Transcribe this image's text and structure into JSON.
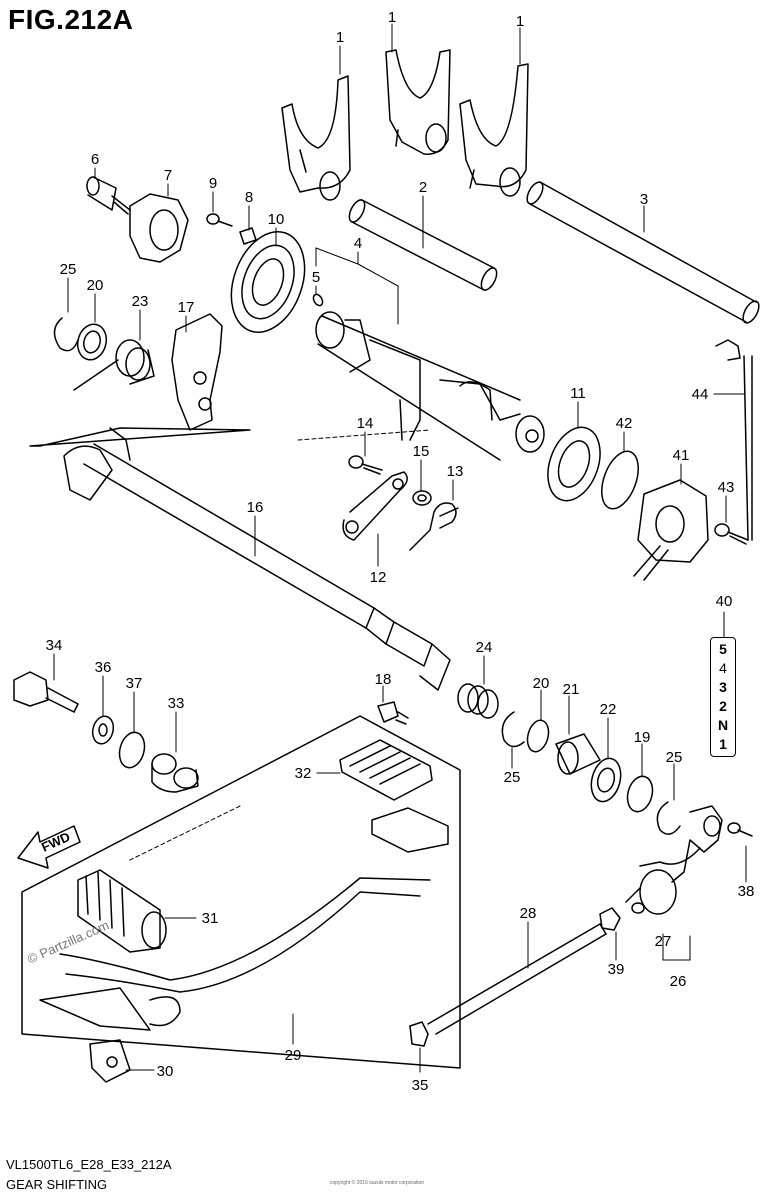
{
  "figure": {
    "title": "FIG.212A",
    "code": "VL1500TL6_E28_E33_212A",
    "name": "GEAR SHIFTING",
    "fwd_label": "FWD",
    "watermark": "© Partzilla.com",
    "tiny_note": "copyright © 2016 suzuki motor corporation"
  },
  "gear_indicator": {
    "callout": "40",
    "positions": [
      "5",
      "4",
      "3",
      "2",
      "N",
      "1"
    ],
    "bold": [
      "5",
      "3",
      "2",
      "N",
      "1"
    ]
  },
  "callouts": [
    {
      "id": "c1a",
      "text": "1"
    },
    {
      "id": "c1b",
      "text": "1"
    },
    {
      "id": "c1c",
      "text": "1"
    },
    {
      "id": "c2",
      "text": "2"
    },
    {
      "id": "c3",
      "text": "3"
    },
    {
      "id": "c4",
      "text": "4"
    },
    {
      "id": "c5",
      "text": "5"
    },
    {
      "id": "c6",
      "text": "6"
    },
    {
      "id": "c7",
      "text": "7"
    },
    {
      "id": "c8",
      "text": "8"
    },
    {
      "id": "c9",
      "text": "9"
    },
    {
      "id": "c10",
      "text": "10"
    },
    {
      "id": "c11",
      "text": "11"
    },
    {
      "id": "c12",
      "text": "12"
    },
    {
      "id": "c13",
      "text": "13"
    },
    {
      "id": "c14",
      "text": "14"
    },
    {
      "id": "c15",
      "text": "15"
    },
    {
      "id": "c16",
      "text": "16"
    },
    {
      "id": "c17",
      "text": "17"
    },
    {
      "id": "c18",
      "text": "18"
    },
    {
      "id": "c19",
      "text": "19"
    },
    {
      "id": "c20a",
      "text": "20"
    },
    {
      "id": "c20b",
      "text": "20"
    },
    {
      "id": "c21",
      "text": "21"
    },
    {
      "id": "c22",
      "text": "22"
    },
    {
      "id": "c23",
      "text": "23"
    },
    {
      "id": "c24",
      "text": "24"
    },
    {
      "id": "c25a",
      "text": "25"
    },
    {
      "id": "c25b",
      "text": "25"
    },
    {
      "id": "c25c",
      "text": "25"
    },
    {
      "id": "c26",
      "text": "26"
    },
    {
      "id": "c27",
      "text": "27"
    },
    {
      "id": "c28",
      "text": "28"
    },
    {
      "id": "c29",
      "text": "29"
    },
    {
      "id": "c30",
      "text": "30"
    },
    {
      "id": "c31",
      "text": "31"
    },
    {
      "id": "c32",
      "text": "32"
    },
    {
      "id": "c33",
      "text": "33"
    },
    {
      "id": "c34",
      "text": "34"
    },
    {
      "id": "c35",
      "text": "35"
    },
    {
      "id": "c36",
      "text": "36"
    },
    {
      "id": "c37",
      "text": "37"
    },
    {
      "id": "c38",
      "text": "38"
    },
    {
      "id": "c39",
      "text": "39"
    },
    {
      "id": "c41",
      "text": "41"
    },
    {
      "id": "c42",
      "text": "42"
    },
    {
      "id": "c43",
      "text": "43"
    },
    {
      "id": "c44",
      "text": "44"
    }
  ]
}
